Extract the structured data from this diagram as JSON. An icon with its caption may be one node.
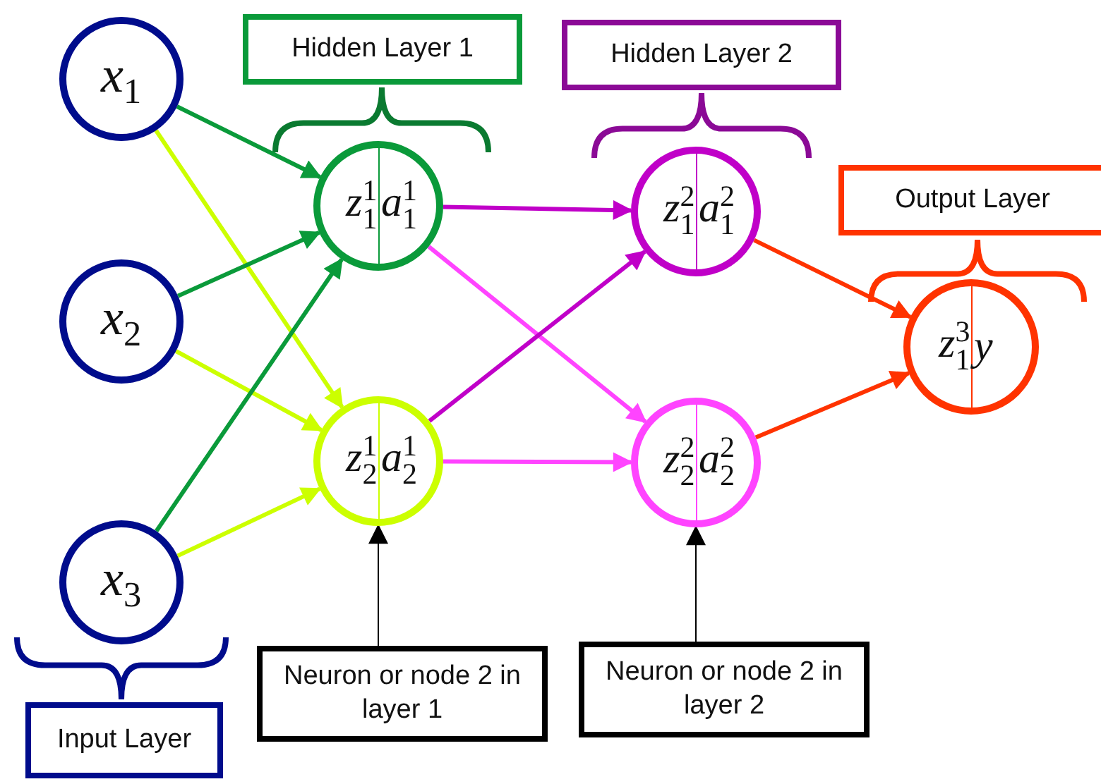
{
  "diagram": {
    "nodes": [
      {
        "text": [
          "*x*$_{1}$"
        ]
      },
      {
        "text": [
          "*x*$_{2}$"
        ]
      },
      {
        "text": [
          "*x*$_{3}$"
        ]
      },
      {
        "text": [
          "*z*$^{1}$$_{1}$",
          "*a*$^{1}$$_{1}$"
        ]
      },
      {
        "text": [
          "*z*$^{1}$$_{2}$",
          "*a*$^{1}$$_{2}$"
        ]
      },
      {
        "text": [
          "*z*$^{2}$$_{1}$",
          "*a*$^{2}$$_{1}$"
        ]
      },
      {
        "text": [
          "*z*$^{2}$$_{2}$",
          "*a*$^{2}$$_{2}$"
        ]
      },
      {
        "text": [
          "*z*$^{3}$$_{1}$",
          "*y*"
        ]
      },
      {
        "text": [
          "Hidden Layer 1"
        ]
      },
      {
        "text": [
          "Hidden Layer 2"
        ]
      },
      {
        "text": [
          "Output Layer"
        ]
      },
      {
        "text": [
          "Input Layer"
        ]
      },
      {
        "text": [
          "Neuron or node 2 in layer 1"
        ]
      },
      {
        "text": [
          "Neuron or node 2 in layer 2"
        ]
      }
    ],
    "edges": [
      {
        "from": 0,
        "to": 3,
        "arrow": "to",
        "color": "#0a9a3a"
      },
      {
        "from": 0,
        "to": 4,
        "arrow": "to",
        "color": "#ccff00"
      },
      {
        "from": 1,
        "to": 3,
        "arrow": "to",
        "color": "#0a9a3a"
      },
      {
        "from": 1,
        "to": 4,
        "arrow": "to",
        "color": "#ccff00"
      },
      {
        "from": 2,
        "to": 3,
        "arrow": "to",
        "color": "#0a9a3a"
      },
      {
        "from": 2,
        "to": 4,
        "arrow": "to",
        "color": "#ccff00"
      },
      {
        "from": 3,
        "to": 5,
        "arrow": "to",
        "color": "#c000c8"
      },
      {
        "from": 3,
        "to": 6,
        "arrow": "to",
        "color": "#ff44ff"
      },
      {
        "from": 4,
        "to": 5,
        "arrow": "to",
        "color": "#c000c8"
      },
      {
        "from": 4,
        "to": 6,
        "arrow": "to",
        "color": "#ff44ff"
      },
      {
        "from": 5,
        "to": 7,
        "arrow": "to",
        "color": "#ff3300"
      },
      {
        "from": 6,
        "to": 7,
        "arrow": "to",
        "color": "#ff3300"
      },
      {
        "from": 12,
        "to": 4,
        "arrow": "to",
        "color": "#000000"
      },
      {
        "from": 13,
        "to": 6,
        "arrow": "to",
        "color": "#000000"
      }
    ]
  }
}
